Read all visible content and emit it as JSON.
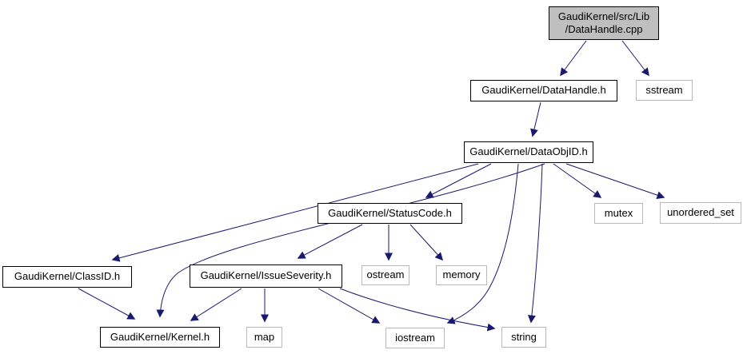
{
  "diagram": {
    "type": "include-dependency-graph",
    "colors": {
      "edge": "#191970",
      "source_node_fill": "#bfbfbf",
      "header_node_border": "#000000",
      "system_node_border": "#b9b9b9",
      "background": "#ffffff",
      "text": "#000000"
    },
    "nodes": [
      {
        "id": "datahandle-cpp",
        "line1": "GaudiKernel/src/Lib",
        "line2": "/DataHandle.cpp",
        "kind": "source"
      },
      {
        "id": "datahandle-h",
        "label": "GaudiKernel/DataHandle.h",
        "kind": "header"
      },
      {
        "id": "sstream",
        "label": "sstream",
        "kind": "system"
      },
      {
        "id": "dataobjid-h",
        "label": "GaudiKernel/DataObjID.h",
        "kind": "header"
      },
      {
        "id": "statuscode-h",
        "label": "GaudiKernel/StatusCode.h",
        "kind": "header"
      },
      {
        "id": "mutex",
        "label": "mutex",
        "kind": "system"
      },
      {
        "id": "unordered-set",
        "label": "unordered_set",
        "kind": "system"
      },
      {
        "id": "classid-h",
        "label": "GaudiKernel/ClassID.h",
        "kind": "header"
      },
      {
        "id": "issueseverity-h",
        "label": "GaudiKernel/IssueSeverity.h",
        "kind": "header"
      },
      {
        "id": "ostream",
        "label": "ostream",
        "kind": "system"
      },
      {
        "id": "memory",
        "label": "memory",
        "kind": "system"
      },
      {
        "id": "kernel-h",
        "label": "GaudiKernel/Kernel.h",
        "kind": "header"
      },
      {
        "id": "map",
        "label": "map",
        "kind": "system"
      },
      {
        "id": "iostream",
        "label": "iostream",
        "kind": "system"
      },
      {
        "id": "string",
        "label": "string",
        "kind": "system"
      }
    ],
    "edges": [
      {
        "from": "datahandle-cpp",
        "to": "datahandle-h"
      },
      {
        "from": "datahandle-cpp",
        "to": "sstream"
      },
      {
        "from": "datahandle-h",
        "to": "dataobjid-h"
      },
      {
        "from": "dataobjid-h",
        "to": "classid-h"
      },
      {
        "from": "dataobjid-h",
        "to": "statuscode-h"
      },
      {
        "from": "dataobjid-h",
        "to": "kernel-h"
      },
      {
        "from": "dataobjid-h",
        "to": "mutex"
      },
      {
        "from": "dataobjid-h",
        "to": "unordered-set"
      },
      {
        "from": "dataobjid-h",
        "to": "iostream"
      },
      {
        "from": "dataobjid-h",
        "to": "string"
      },
      {
        "from": "statuscode-h",
        "to": "issueseverity-h"
      },
      {
        "from": "statuscode-h",
        "to": "ostream"
      },
      {
        "from": "statuscode-h",
        "to": "memory"
      },
      {
        "from": "issueseverity-h",
        "to": "kernel-h"
      },
      {
        "from": "issueseverity-h",
        "to": "map"
      },
      {
        "from": "issueseverity-h",
        "to": "iostream"
      },
      {
        "from": "issueseverity-h",
        "to": "string"
      },
      {
        "from": "classid-h",
        "to": "kernel-h"
      }
    ]
  }
}
